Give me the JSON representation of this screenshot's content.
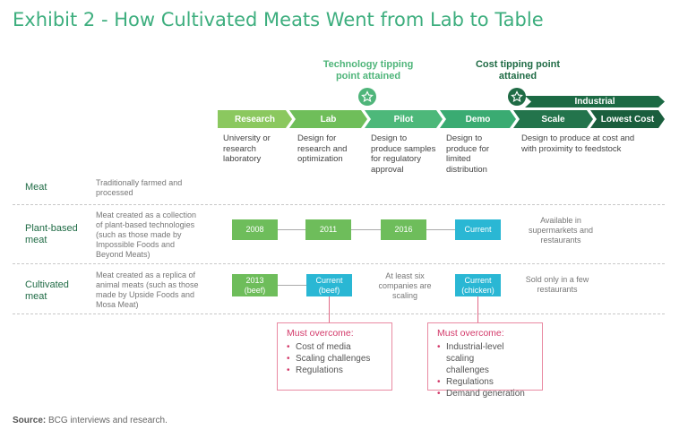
{
  "title": "Exhibit 2 - How Cultivated Meats Went from Lab to Table",
  "tipping_points": {
    "technology": "Technology tipping\npoint attained",
    "cost": "Cost tipping point\nattained",
    "star_icon": "star-icon"
  },
  "industrial_label": "Industrial",
  "stages": [
    {
      "label": "Research",
      "desc": "University or\nresearch\nlaboratory"
    },
    {
      "label": "Lab",
      "desc": "Design for\nresearch and\noptimization"
    },
    {
      "label": "Pilot",
      "desc": "Design to\nproduce samples\nfor regulatory\napproval"
    },
    {
      "label": "Demo",
      "desc": "Design to\nproduce for\nlimited\ndistribution"
    },
    {
      "label": "Scale",
      "desc": "Design to produce at cost and\nwith proximity to feedstock"
    },
    {
      "label": "Lowest Cost",
      "desc": ""
    }
  ],
  "rows": [
    {
      "label": "Meat",
      "desc": "Traditionally farmed and\nprocessed"
    },
    {
      "label": "Plant-based\nmeat",
      "desc": "Meat created as a collection\nof plant-based technologies\n(such as those made by\nImpossible Foods and\nBeyond Meats)",
      "milestones": [
        "2008",
        "2011",
        "2016",
        "Current"
      ],
      "note": "Available in\nsupermarkets and\nrestaurants"
    },
    {
      "label": "Cultivated\nmeat",
      "desc": "Meat created as a replica of\nanimal meats (such as those\nmade by Upside Foods and\nMosa Meat)",
      "milestones": [
        "2013\n(beef)",
        "Current\n(beef)",
        "Current\n(chicken)"
      ],
      "mid_note": "At least six\ncompanies are\nscaling",
      "note": "Sold only in a few\nrestaurants"
    }
  ],
  "must_overcome": [
    {
      "title": "Must overcome:",
      "items": [
        "Cost of media",
        "Scaling challenges",
        "Regulations"
      ]
    },
    {
      "title": "Must overcome:",
      "items": [
        "Industrial-level scaling\nchallenges",
        "Regulations",
        "Demand generation"
      ]
    }
  ],
  "source": {
    "label": "Source:",
    "text": " BCG interviews and research."
  },
  "colors": {
    "research": "#8bc85f",
    "lab": "#6fbe5a",
    "pilot": "#4db87a",
    "demo": "#3aab72",
    "scale": "#23744c",
    "lowest_cost": "#1a5e3d",
    "industrial": "#1c6a44",
    "tech_star": "#4fb57a",
    "cost_star": "#1f6b45"
  }
}
